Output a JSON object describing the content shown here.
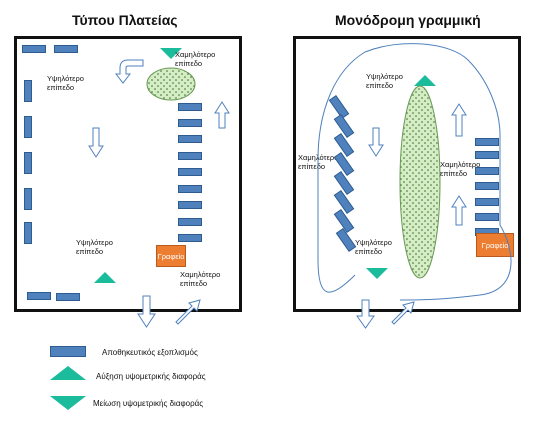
{
  "titles": {
    "left": "Τύπου Πλατείας",
    "right": "Μονόδρομη γραμμική"
  },
  "labels": {
    "higher_level": "Υψηλότερο\nεπίπεδο",
    "lower_level": "Χαμηλότερο\nεπίπεδο",
    "office": "Γραφείο"
  },
  "left_diagram": {
    "higher_top": "Υψηλότερο επίπεδο",
    "higher_bottom": "Υψηλότερο επίπεδο",
    "lower_top": "Χαμηλότερο επίπεδο",
    "lower_bottom": "Χαμηλότερο επίπεδο",
    "office": "Γραφείο"
  },
  "right_diagram": {
    "higher_top": "Υψηλότερο επίπεδο",
    "higher_bottom": "Υψηλότερο επίπεδο",
    "lower_left": "Χαμηλότερο επίπεδο",
    "lower_right": "Χαμηλότερο επίπεδο",
    "office": "Γραφείο"
  },
  "legend": {
    "storage": "Αποθηκευτικός εξοπλισμός",
    "increase": "Αύξηση υψομετρικής διαφοράς",
    "decrease": "Μείωση υψομετρικής διαφοράς"
  },
  "colors": {
    "shelf": "#4f81bd",
    "triangle": "#1abc9c",
    "office": "#ed7d31",
    "green_zone": "#d4edc4"
  }
}
